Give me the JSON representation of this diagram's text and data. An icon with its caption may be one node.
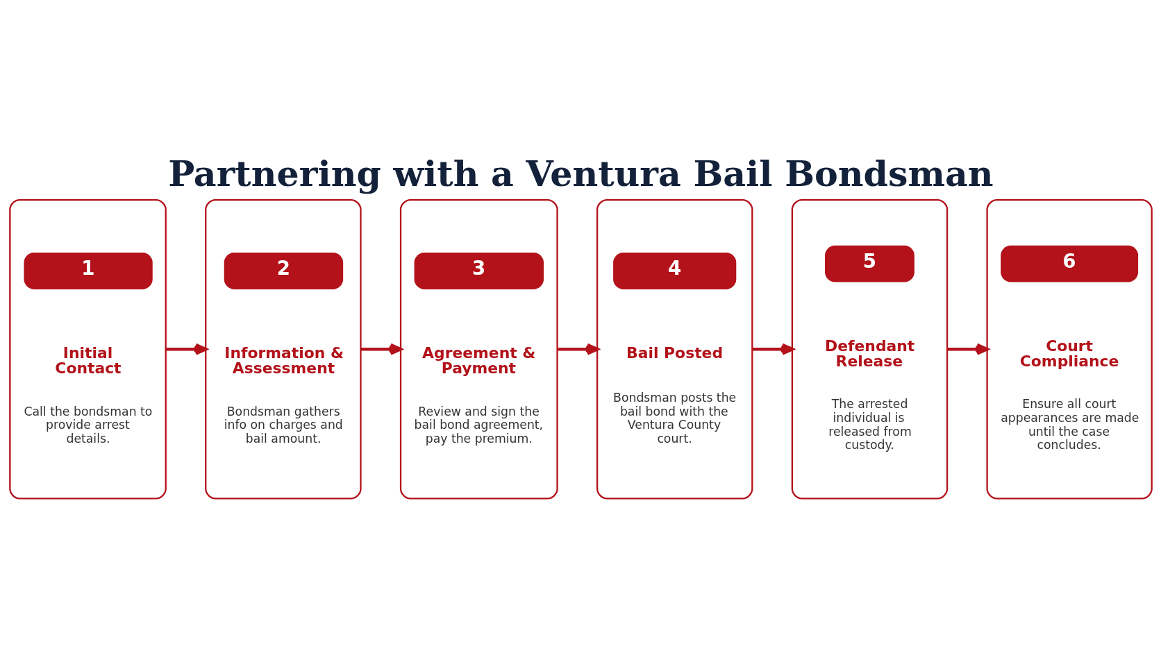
{
  "diagram": {
    "title": "Partnering with a Ventura Bail Bondsman",
    "nodes": [
      {
        "text": [
          "1",
          "Initial Contact",
          "Call the bondsman to provide arrest details."
        ]
      },
      {
        "text": [
          "2",
          "Information & Assessment",
          "Bondsman gathers info on charges and bail amount."
        ]
      },
      {
        "text": [
          "3",
          "Agreement & Payment",
          "Review and sign the bail bond agreement, pay the premium."
        ]
      },
      {
        "text": [
          "4",
          "Bail Posted",
          "Bondsman posts the bail bond with the Ventura County court."
        ]
      },
      {
        "text": [
          "5",
          "Defendant Release",
          "The arrested individual is released from custody."
        ]
      },
      {
        "text": [
          "6",
          "Court Compliance",
          "Ensure all court appearances are made until the case concludes."
        ]
      }
    ],
    "edges": [
      {
        "from": 0,
        "to": 1,
        "arrow": "to"
      },
      {
        "from": 1,
        "to": 2,
        "arrow": "to"
      },
      {
        "from": 2,
        "to": 3,
        "arrow": "to"
      },
      {
        "from": 3,
        "to": 4,
        "arrow": "to"
      },
      {
        "from": 4,
        "to": 5,
        "arrow": "to"
      }
    ]
  }
}
